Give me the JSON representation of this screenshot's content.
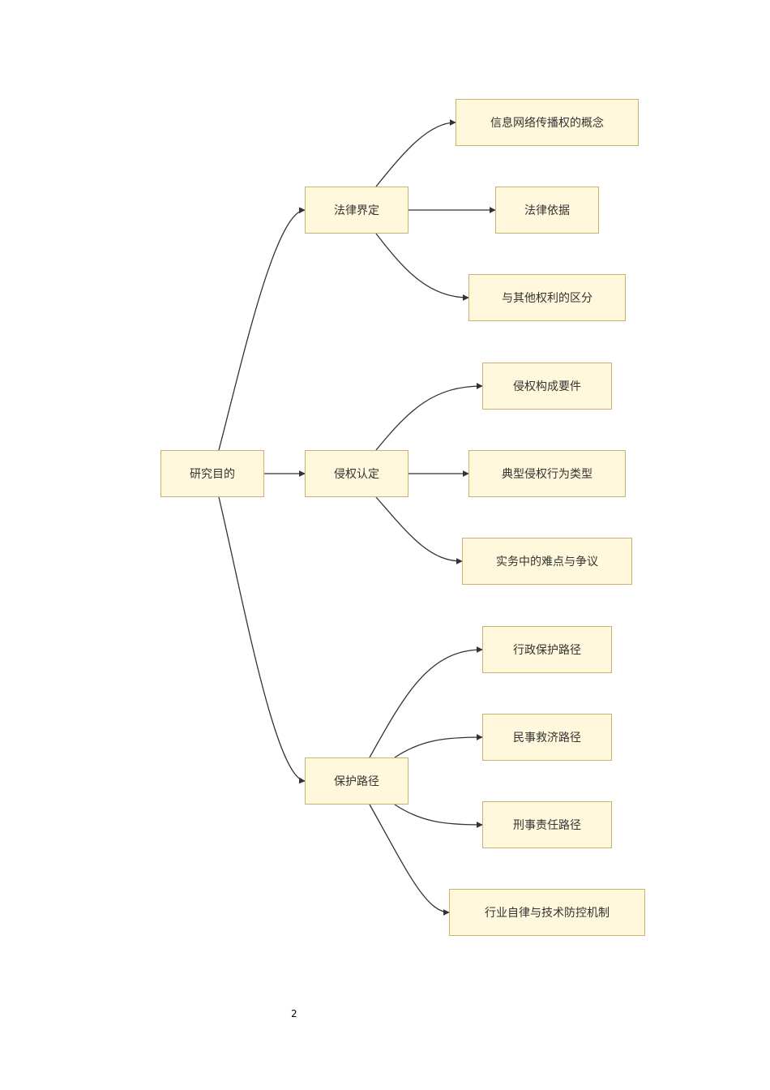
{
  "diagram": {
    "root": "研究目的",
    "branches": [
      {
        "label": "法律界定",
        "children": [
          "信息网络传播权的概念",
          "法律依据",
          "与其他权利的区分"
        ]
      },
      {
        "label": "侵权认定",
        "children": [
          "侵权构成要件",
          "典型侵权行为类型",
          "实务中的难点与争议"
        ]
      },
      {
        "label": "保护路径",
        "children": [
          "行政保护路径",
          "民事救济路径",
          "刑事责任路径",
          "行业自律与技术防控机制"
        ]
      }
    ]
  },
  "colors": {
    "node_fill": "#fff8dc",
    "node_border": "#c8b46e",
    "edge": "#333333"
  },
  "page_number": "2"
}
